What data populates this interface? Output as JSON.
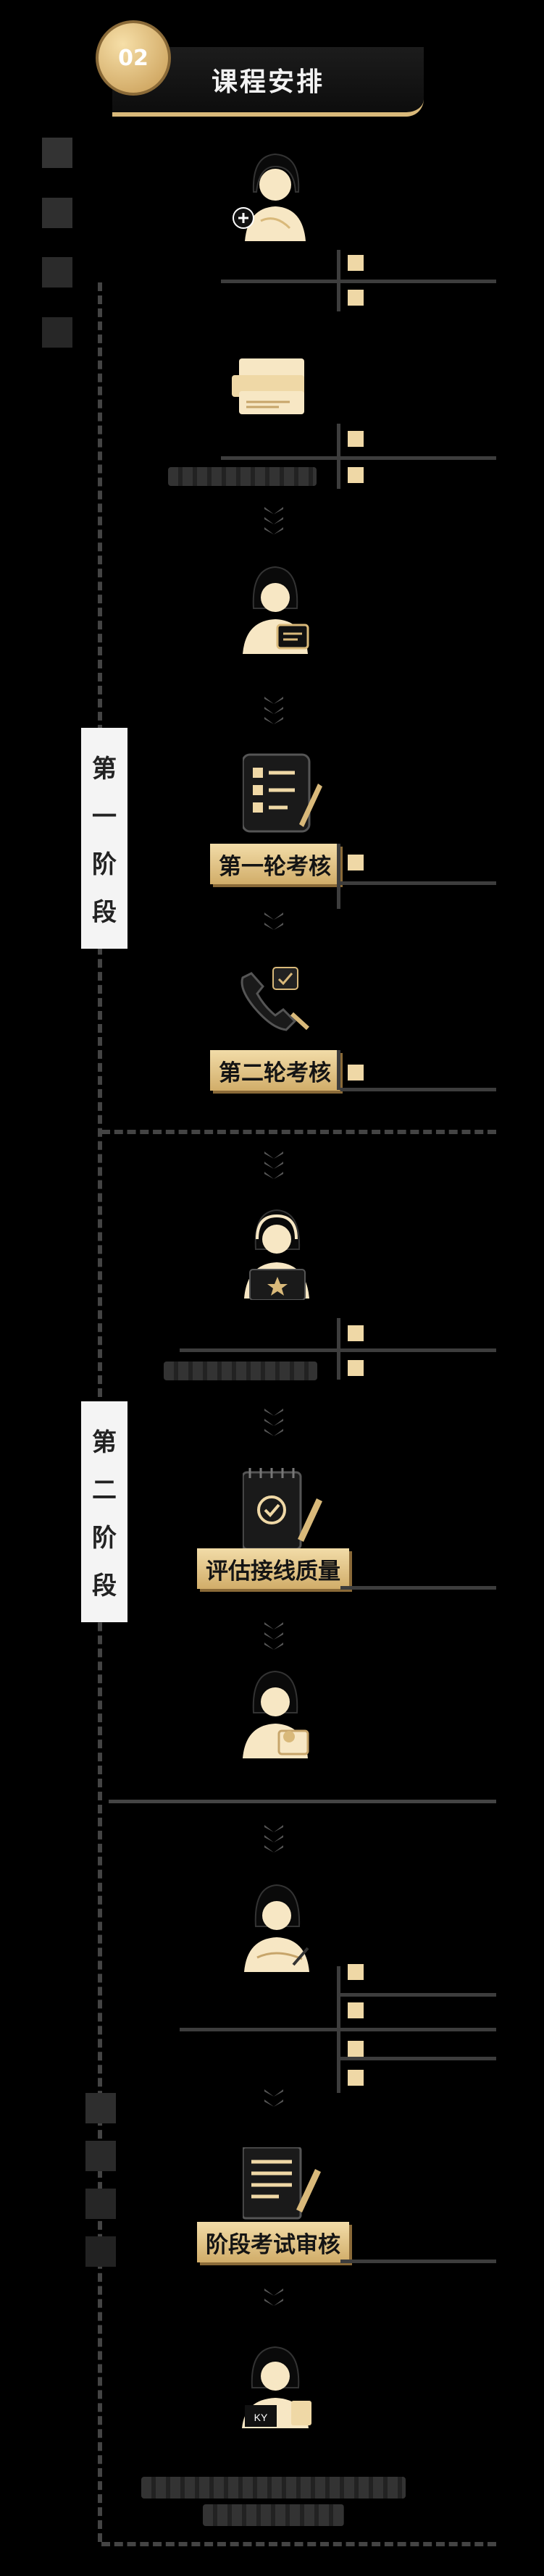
{
  "header": {
    "badge": "02",
    "title": "课程安排"
  },
  "stages": [
    {
      "label": "第一阶段",
      "chars": [
        "第",
        "一",
        "阶",
        "段"
      ]
    },
    {
      "label": "第二阶段",
      "chars": [
        "第",
        "二",
        "阶",
        "段"
      ]
    }
  ],
  "steps": {
    "round1": "第一轮考核",
    "round2": "第二轮考核",
    "quality": "评估接线质量",
    "final_exam": "阶段考试审核"
  },
  "colors": {
    "accent": "#d9b97a",
    "background": "#000000",
    "line": "#3d3d3d"
  }
}
